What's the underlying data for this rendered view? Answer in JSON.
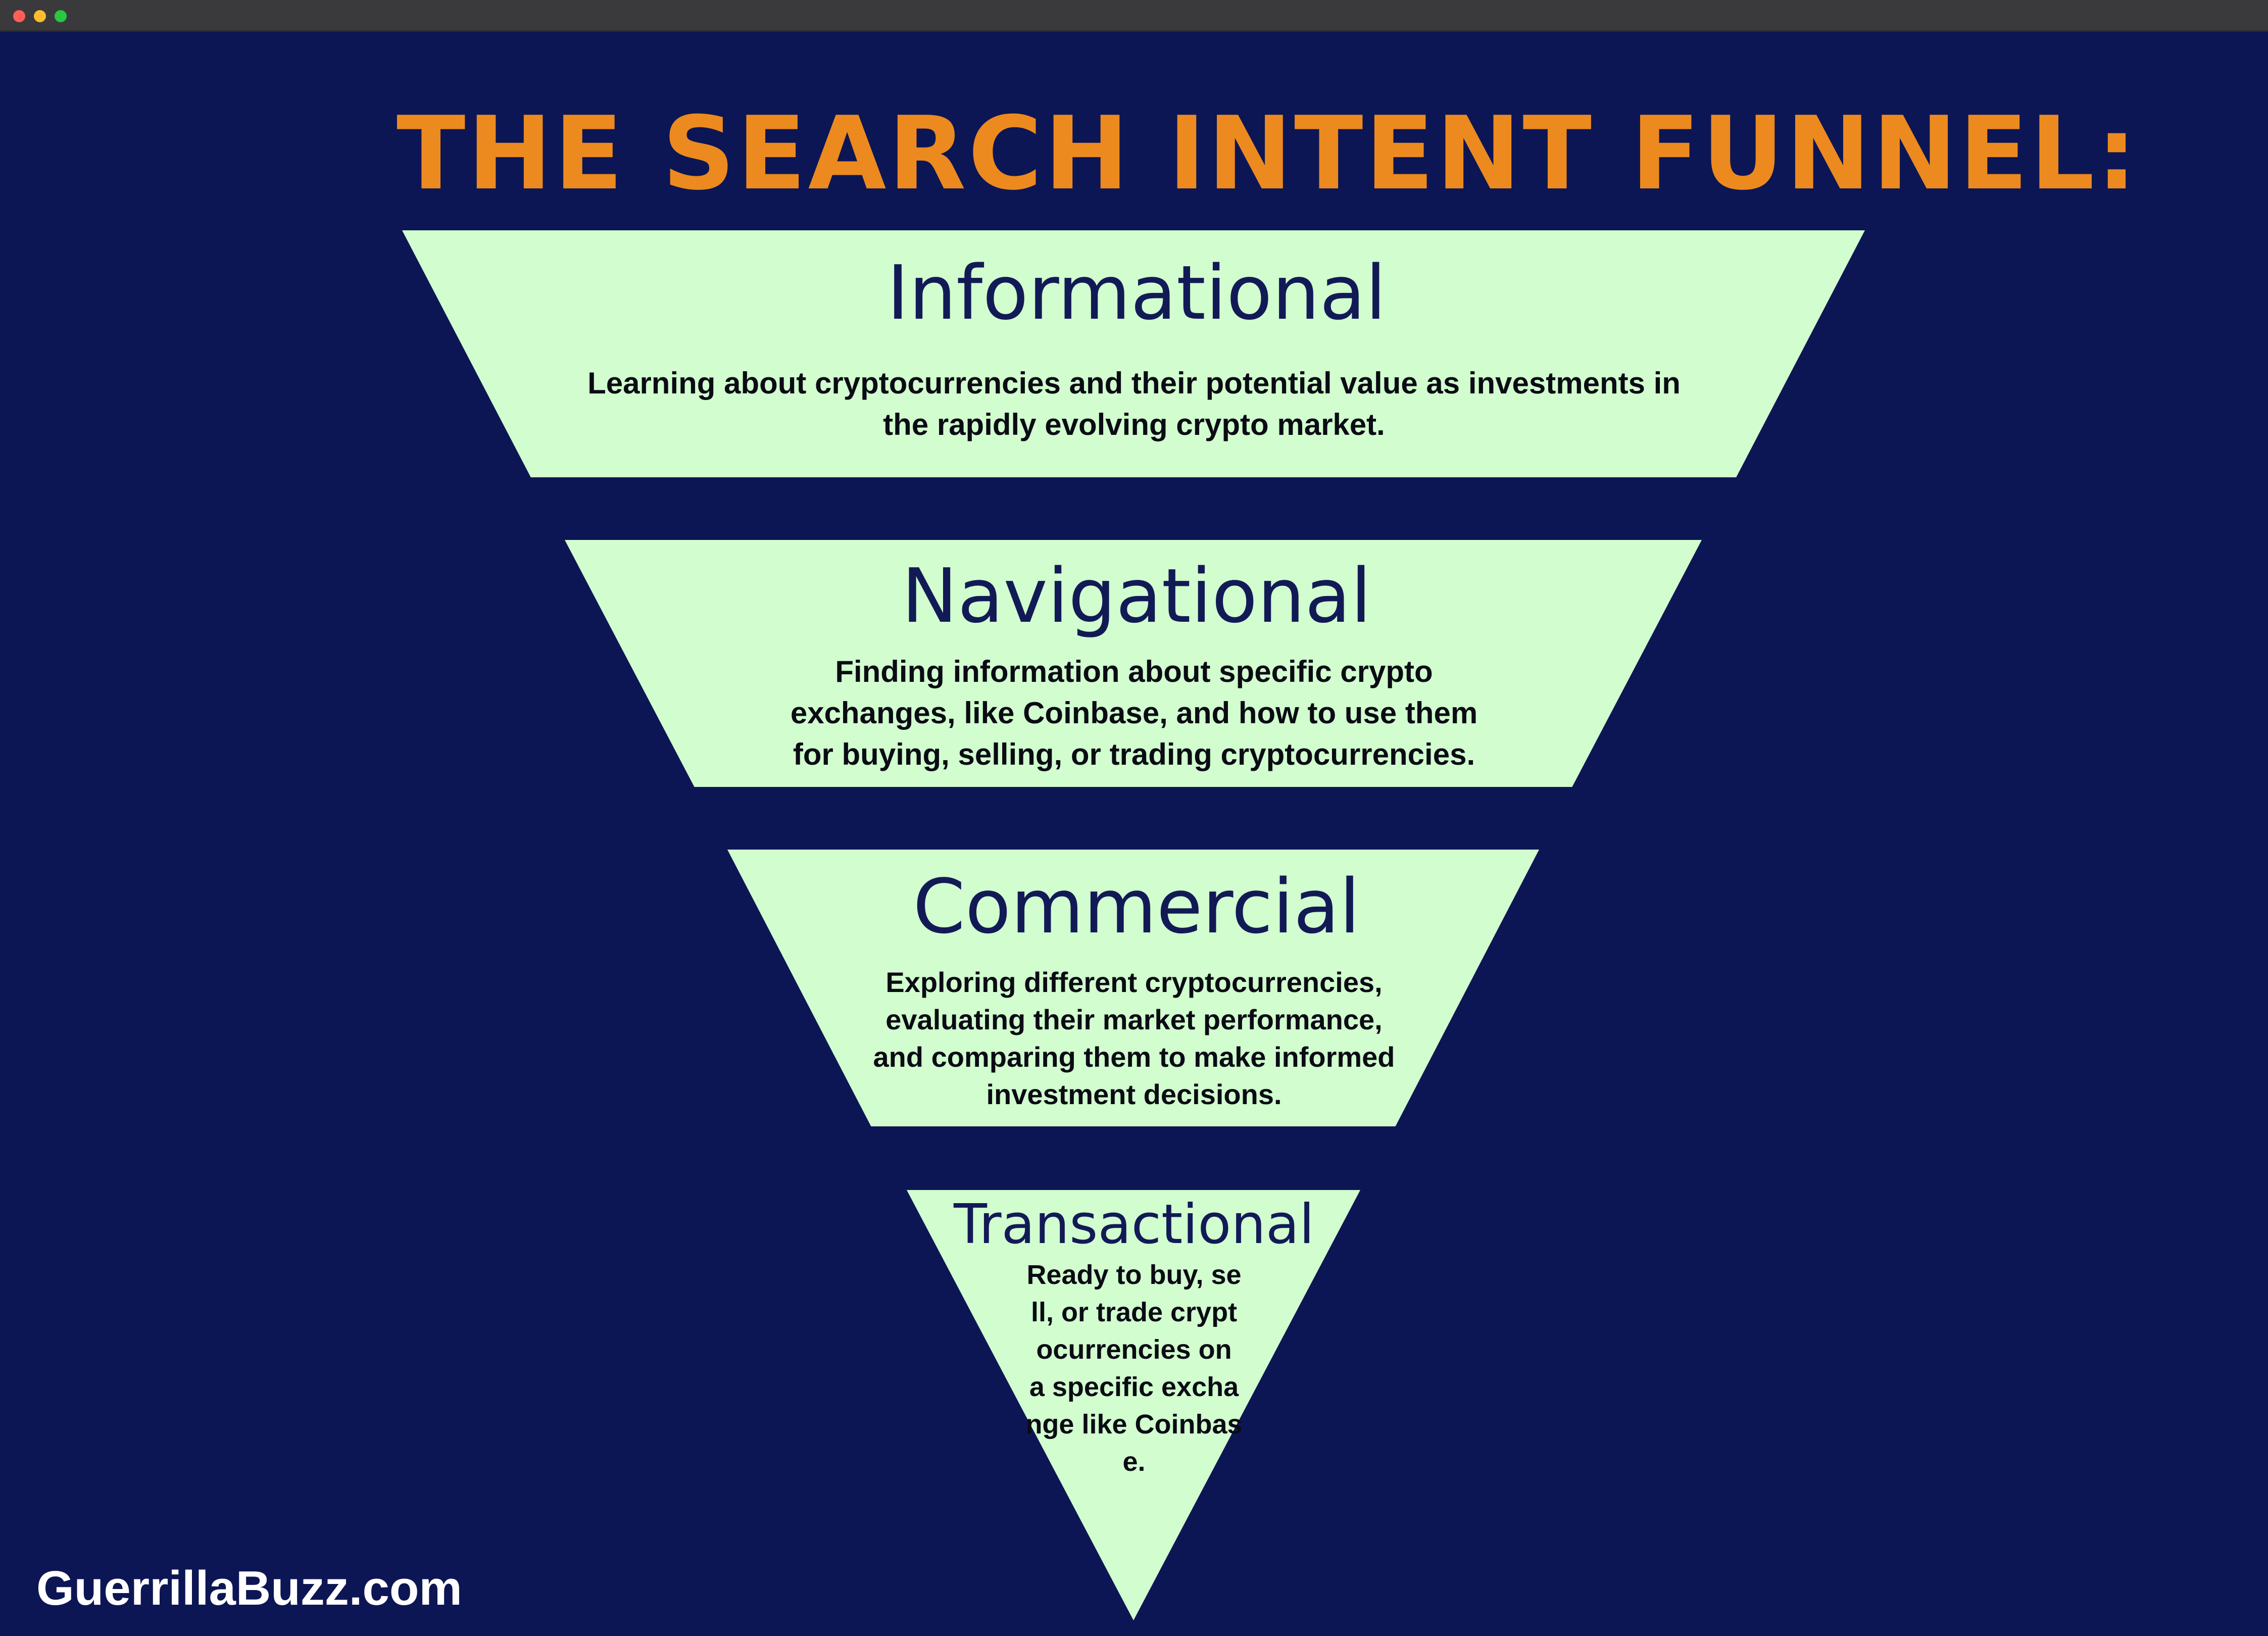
{
  "window": {
    "controls": [
      "close-button",
      "minimize-button",
      "zoom-button"
    ]
  },
  "colors": {
    "background": "#0d1654",
    "title": "#ec8a1f",
    "stage_fill": "#d1fdcf",
    "stage_heading": "#121a56",
    "stage_text": "#0b0b14",
    "brand": "#ffffff"
  },
  "title": "THE SEARCH INTENT FUNNEL:",
  "stages": [
    {
      "title": "Informational",
      "description": "Learning about cryptocurrencies and their potential value as investments in the rapidly evolving crypto market."
    },
    {
      "title": "Navigational",
      "description": "Finding information about specific crypto exchanges, like Coinbase, and how to use them for buying, selling, or trading cryptocurrencies."
    },
    {
      "title": "Commercial",
      "description": "Exploring different cryptocurrencies, evaluating their market performance, and comparing them to make informed investment decisions."
    },
    {
      "title": "Transactional",
      "description": "Ready to buy, sell, or trade cryptocurrencies on a specific exchange like Coinbase."
    }
  ],
  "brand": "GuerrillaBuzz.com"
}
